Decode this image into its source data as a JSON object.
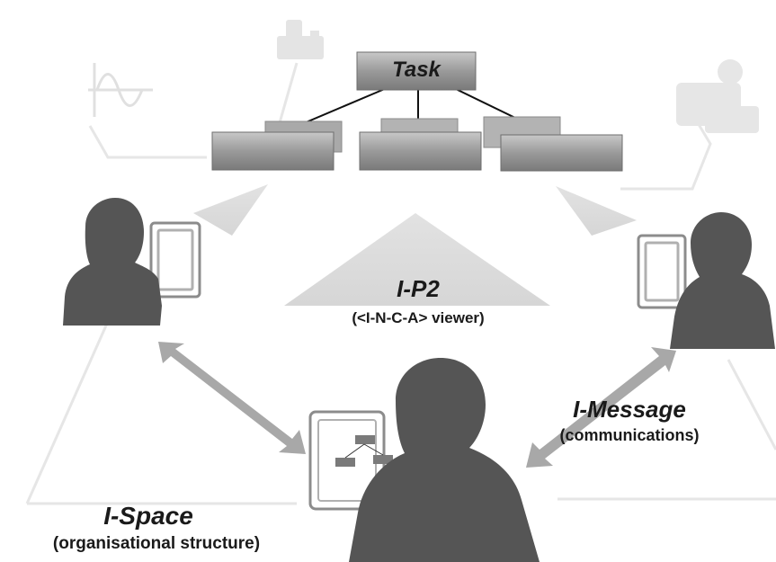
{
  "task": {
    "label": "Task"
  },
  "ip2": {
    "title": "I-P2",
    "subtitle": "(<I-N-C-A> viewer)"
  },
  "imessage": {
    "title": "I-Message",
    "subtitle": "(communications)"
  },
  "ispace": {
    "title": "I-Space",
    "subtitle": "(organisational structure)"
  },
  "colors": {
    "box_fill": "#9a9a9a",
    "silhouette": "#555555",
    "arrow": "#a8a8a8",
    "faint": "#dedede"
  }
}
